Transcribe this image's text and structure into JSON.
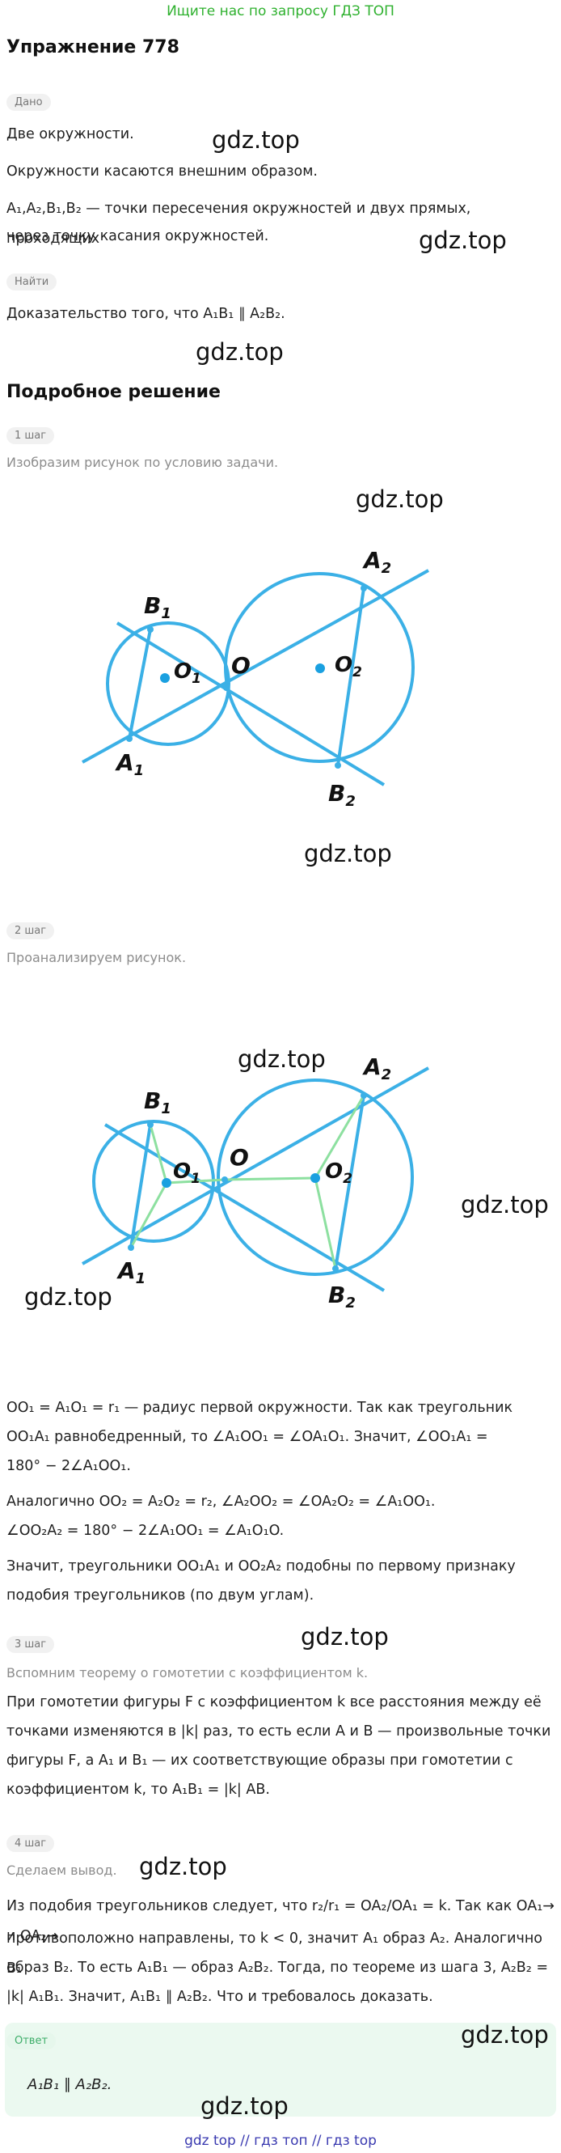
{
  "banner": "Ищите нас по запросу ГДЗ ТОП",
  "title": "Упражнение 778",
  "given_label": "Дано",
  "given_lines": [
    "Две окружности.",
    "Окружности касаются внешним образом.",
    "A₁,A₂,B₁,B₂ — точки пересечения окружностей и двух прямых, проходящих",
    "через точку касания окружностей."
  ],
  "find_label": "Найти",
  "find_text": "Доказательство того, что A₁B₁ ∥ A₂B₂.",
  "solution_title": "Подробное решение",
  "step1_label": "1 шаг",
  "step1_text": "Изобразим рисунок по условию задачи.",
  "step2_label": "2 шаг",
  "step2_text": "Проанализируем рисунок.",
  "step2_lines": [
    "OO₁ = A₁O₁ = r₁ — радиус первой окружности. Так как треугольник",
    "OO₁A₁ равнобедренный, то ∠A₁OO₁ = ∠OA₁O₁. Значит, ∠OO₁A₁ =",
    "180° − 2∠A₁OO₁.",
    "Аналогично OO₂ = A₂O₂ = r₂, ∠A₂OO₂ = ∠OA₂O₂ = ∠A₁OO₁.",
    "∠OO₂A₂ = 180° − 2∠A₁OO₁ = ∠A₁O₁O.",
    "Значит, треугольники OO₁A₁ и OO₂A₂ подобны по первому признаку",
    "подобия треугольников (по двум углам)."
  ],
  "step3_label": "3 шаг",
  "step3_text": "Вспомним теорему о гомотетии с коэффициентом k.",
  "step3_lines": [
    "При гомотетии фигуры F с коэффициентом k все расстояния между её",
    "точками изменяются в |k| раз, то есть если A и B — произвольные точки",
    "фигуры F, а A₁ и B₁ — их соответствующие образы при гомотетии с",
    "коэффициентом k, то A₁B₁ = |k| AB."
  ],
  "step4_label": "4 шаг",
  "step4_text": "Сделаем вывод.",
  "step4_lines": [
    "Из подобия треугольников следует, что r₂/r₁ = OA₂/OA₁ = k. Так как OA₁→ и OA₂→",
    "противоположно направлены, то k < 0, значит A₁ образ A₂. Аналогично B₁",
    "образ B₂. То есть A₁B₁ — образ A₂B₂. Тогда, по теореме из шага 3, A₂B₂ =",
    "|k| A₁B₁. Значит, A₁B₁ ∥ A₂B₂. Что и требовалось доказать."
  ],
  "answer_label": "Ответ",
  "answer_text": "A₁B₁ ∥ A₂B₂.",
  "watermark": "gdz.top",
  "figure_labels": {
    "B1": "B",
    "B1s": "1",
    "A1": "A",
    "A1s": "1",
    "A2": "A",
    "A2s": "2",
    "B2": "B",
    "B2s": "2",
    "O": "O",
    "O1": "O",
    "O1s": "1",
    "O2": "O",
    "O2s": "2"
  },
  "footer": "gdz top // гдз топ // гдз top",
  "colors": {
    "circle": "#3bb0e6",
    "green_line": "#8de0a0",
    "banner": "#2fb12f",
    "footer": "#3a3ab0"
  }
}
